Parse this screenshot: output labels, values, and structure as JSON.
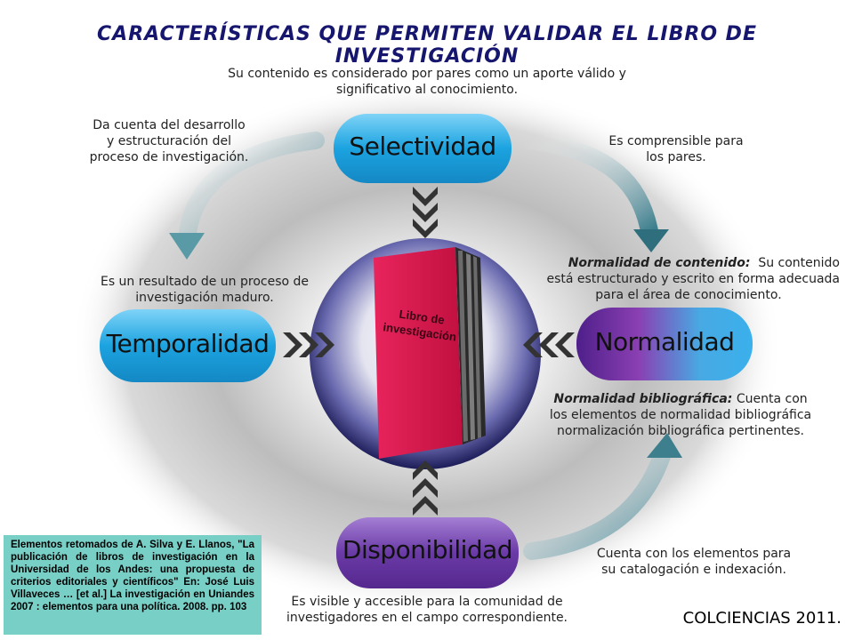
{
  "title": "CARACTERÍSTICAS QUE  PERMITEN VALIDAR EL LIBRO DE INVESTIGACIÓN",
  "book_label": "Libro de investigación",
  "nodes": {
    "selectividad": {
      "label": "Selectividad",
      "color": "#1ba3e0"
    },
    "temporalidad": {
      "label": "Temporalidad",
      "color": "#1ba3e0"
    },
    "normalidad": {
      "label": "Normalidad",
      "color": "#7b3fa8"
    },
    "disponibilidad": {
      "label": "Disponibilidad",
      "color": "#6a3aa6"
    }
  },
  "texts": {
    "top": [
      "Su contenido es considerado por pares como un aporte válido y",
      "significativo al conocimiento."
    ],
    "upper_left": [
      "Da cuenta del desarrollo",
      "y estructuración del",
      "proceso de investigación."
    ],
    "upper_right": [
      "Es comprensible para",
      "los pares."
    ],
    "left": [
      "Es un resultado de un proceso de",
      "investigación maduro."
    ],
    "normalidad_contenido": {
      "term": "Normalidad de contenido:",
      "lines": [
        "Su   contenido",
        "está estructurado y escrito en forma adecuada",
        "para el área de conocimiento."
      ]
    },
    "normalidad_bibliografica": {
      "term": "Normalidad bibliográfica:",
      "lines": [
        "Cuenta con",
        "los elementos de normalidad bibliográfica",
        "normalización bibliográfica pertinentes."
      ]
    },
    "lower_right": [
      "Cuenta con los elementos para",
      "su catalogación e indexación."
    ],
    "bottom": [
      "Es visible  y accesible para la comunidad de",
      "investigadores en el campo correspondiente."
    ]
  },
  "citation": "Elementos retomados de A. Silva y E. Llanos,  \"La publicación de libros de investigación en la Universidad de los Andes: una propuesta de criterios editoriales y científicos\" En: José Luis Villaveces … [et al.] La investigación en Uniandes 2007 : elementos para una política. 2008. pp. 103",
  "credit": "COLCIENCIAS 2011.",
  "colors": {
    "title": "#16166e",
    "book": "#d8174f",
    "book_spine": "#2a2a2a",
    "halo": "#9a9a9a",
    "chevron": "#333333",
    "curve_arrow": "#4f8f9c",
    "citation_bg": "#78cfc6"
  }
}
